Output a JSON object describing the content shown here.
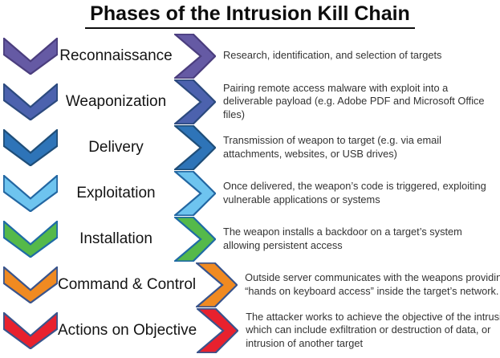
{
  "title": "Phases of the Intrusion Kill Chain",
  "phases": [
    {
      "name": "Reconnaissance",
      "description": "Research, identification, and selection of targets",
      "fill": "#655AA4",
      "stroke": "#4B3E7E"
    },
    {
      "name": "Weaponization",
      "description": "Pairing remote access malware with exploit into a deliverable payload (e.g. Adobe PDF and Microsoft Office files)",
      "fill": "#4C62AE",
      "stroke": "#2C4A7E"
    },
    {
      "name": "Delivery",
      "description": "Transmission of weapon to target (e.g. via email attachments, websites, or USB drives)",
      "fill": "#2E74B8",
      "stroke": "#1F4E79"
    },
    {
      "name": "Exploitation",
      "description": "Once delivered, the weapon’s code is triggered, exploiting vulnerable applications or systems",
      "fill": "#6EC4EF",
      "stroke": "#2367A2"
    },
    {
      "name": "Installation",
      "description": "The weapon installs a backdoor on a target’s system allowing persistent access",
      "fill": "#55B94A",
      "stroke": "#1F6BA5"
    },
    {
      "name": "Command & Control",
      "description": "Outside server communicates with the weapons providing “hands on keyboard access” inside the target’s network.",
      "fill": "#F08A21",
      "stroke": "#39548C"
    },
    {
      "name": "Actions on Objective",
      "description": "The attacker works to achieve the objective of the intrusion, which can include exfiltration or destruction of data, or intrusion of another target",
      "fill": "#E8212E",
      "stroke": "#39548C"
    }
  ]
}
